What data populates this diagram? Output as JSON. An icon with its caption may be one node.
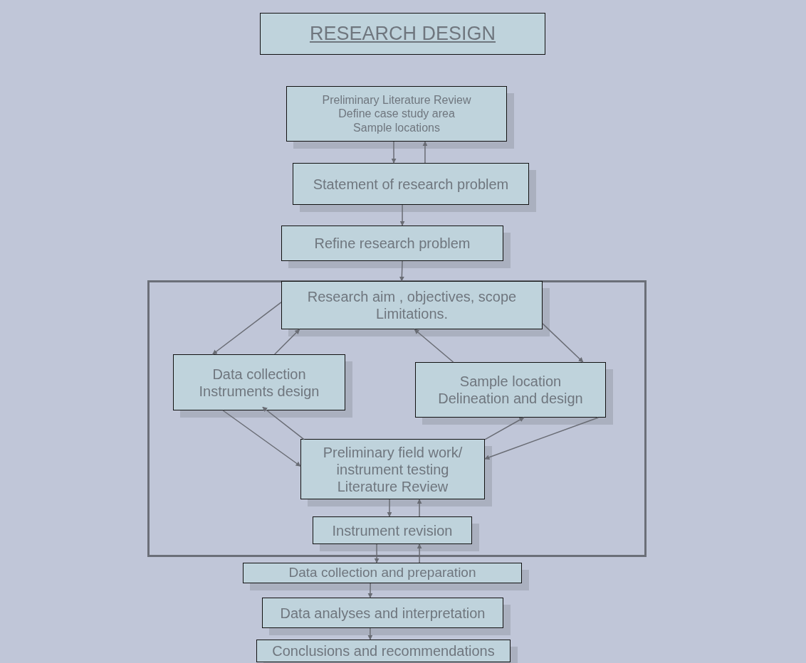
{
  "diagram": {
    "title": "RESEARCH DESIGN",
    "nodes": [
      {
        "text": [
          "Preliminary Literature Review",
          "Define case study area",
          "Sample locations"
        ]
      },
      {
        "text": [
          "Statement of research problem"
        ]
      },
      {
        "text": [
          "Refine research problem"
        ]
      },
      {
        "text": [],
        "shape": "box"
      },
      {
        "text": [
          "Research aim , objectives, scope",
          "Limitations."
        ],
        "in": 3
      },
      {
        "text": [
          "Data collection",
          "Instruments design"
        ],
        "in": 3
      },
      {
        "text": [
          "Sample location",
          "Delineation and design"
        ],
        "in": 3
      },
      {
        "text": [
          "Preliminary field work/ instrument testing",
          "Literature Review"
        ],
        "in": 3
      },
      {
        "text": [
          "Instrument revision"
        ],
        "in": 3
      },
      {
        "text": [
          "Data collection and preparation"
        ]
      },
      {
        "text": [
          "Data analyses and interpretation"
        ]
      },
      {
        "text": [
          "Conclusions and recommendations"
        ]
      }
    ],
    "edges": [
      {
        "from": 0,
        "to": 1,
        "arrow": "to"
      },
      {
        "from": 1,
        "to": 0,
        "arrow": "to"
      },
      {
        "from": 1,
        "to": 2,
        "arrow": "to"
      },
      {
        "from": 2,
        "to": 4,
        "arrow": "to"
      },
      {
        "from": 4,
        "to": 5,
        "arrow": "to"
      },
      {
        "from": 5,
        "to": 4,
        "arrow": "to"
      },
      {
        "from": 6,
        "to": 4,
        "arrow": "to"
      },
      {
        "from": 4,
        "to": 6,
        "arrow": "to"
      },
      {
        "from": 5,
        "to": 7,
        "arrow": "to"
      },
      {
        "from": 7,
        "to": 5,
        "arrow": "to"
      },
      {
        "from": 7,
        "to": 6,
        "arrow": "to"
      },
      {
        "from": 6,
        "to": 7,
        "arrow": "to"
      },
      {
        "from": 7,
        "to": 8,
        "arrow": "to"
      },
      {
        "from": 8,
        "to": 7,
        "arrow": "to"
      },
      {
        "from": 8,
        "to": 9,
        "arrow": "to"
      },
      {
        "from": 9,
        "to": 8,
        "arrow": "to"
      },
      {
        "from": 9,
        "to": 10,
        "arrow": "to"
      },
      {
        "from": 10,
        "to": 11,
        "arrow": "to"
      }
    ]
  }
}
